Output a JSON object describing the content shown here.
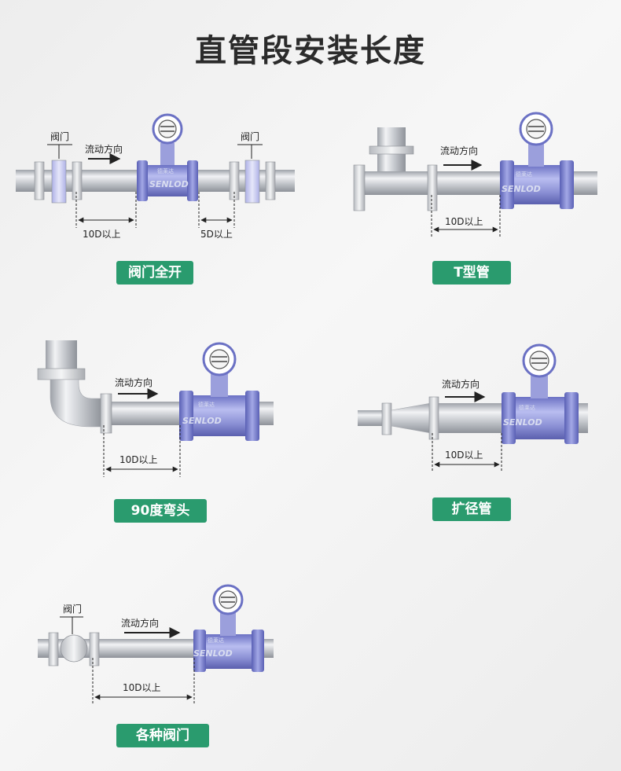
{
  "title": "直管段安装长度",
  "labels": {
    "valve": "阀门",
    "flow_direction": "流动方向",
    "ten_d": "10D以上",
    "five_d": "5D以上",
    "brand_en": "SENLOD",
    "brand_cn": "德莱达"
  },
  "panels": [
    {
      "id": "valve-full-open",
      "badge": "阀门全开"
    },
    {
      "id": "t-pipe",
      "badge": "T型管"
    },
    {
      "id": "elbow-90",
      "badge": "90度弯头"
    },
    {
      "id": "expander",
      "badge": "扩径管"
    },
    {
      "id": "various-valves",
      "badge": "各种阀门"
    }
  ],
  "colors": {
    "badge_bg": "#2a9b6e",
    "meter_body": "#8a8fd4",
    "pipe": "#c9ccd1",
    "valve": "#c7c9ee"
  }
}
